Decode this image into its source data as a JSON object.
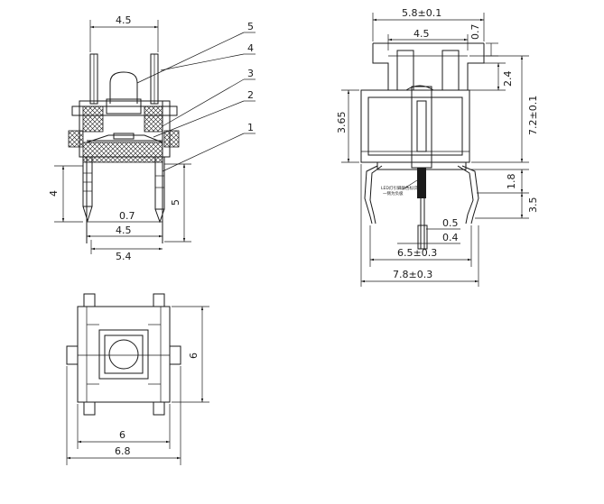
{
  "colors": {
    "ink": "#1a1a1a",
    "background": "#ffffff",
    "hatch": "#1a1a1a"
  },
  "front_view": {
    "dims": {
      "top_width": "4.5",
      "pin_spacing_inner": "4.5",
      "overall_width": "5.4",
      "pin_width": "0.7",
      "pin_length_right": "5",
      "pin_length_left": "4"
    },
    "callouts": [
      "5",
      "4",
      "3",
      "2",
      "1"
    ]
  },
  "side_view": {
    "dims": {
      "top_width": "5.8±0.1",
      "inner_top_width": "4.5",
      "top_step": "0.7",
      "cap_height": "2.4",
      "total_height": "7.2±0.1",
      "body_height": "3.65",
      "standoff": "1.8",
      "lead_length": "3.5",
      "lead_width_1": "0.5",
      "lead_width_2": "0.4",
      "lead_span": "6.5±0.3",
      "overall_span": "7.8±0.3"
    },
    "note_line1": "LED灯引脚颜色标识",
    "note_line2": "一侧为负极"
  },
  "bottom_view": {
    "dims": {
      "height": "6",
      "width_inner": "6",
      "width_outer": "6.8"
    }
  }
}
